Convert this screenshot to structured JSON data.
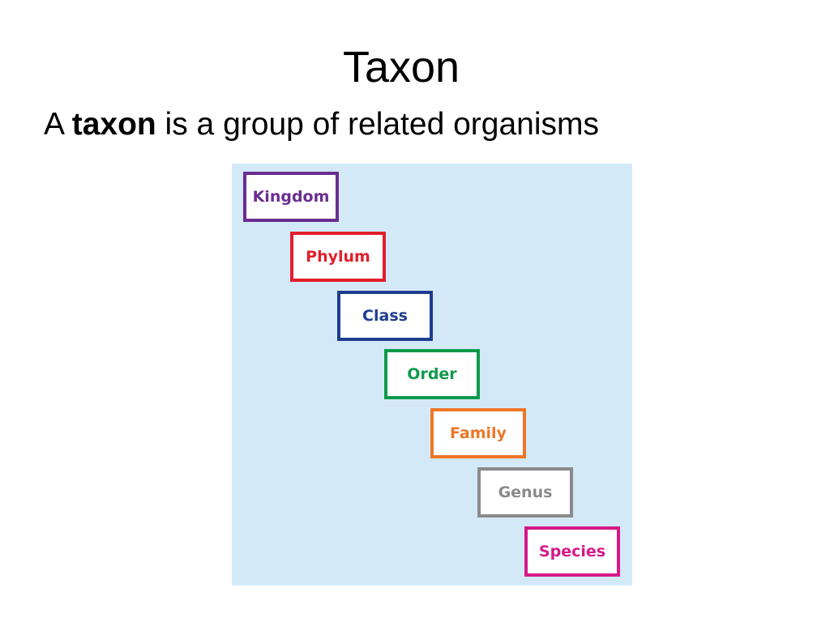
{
  "slide": {
    "title": "Taxon",
    "bullet_prefix": "A ",
    "bullet_bold": "taxon",
    "bullet_suffix": " is a group of related organisms"
  },
  "taxonomy_levels": [
    {
      "label": "Kingdom",
      "color": "#6a2d91"
    },
    {
      "label": "Phylum",
      "color": "#e21e2b"
    },
    {
      "label": "Class",
      "color": "#1f3d8f"
    },
    {
      "label": "Order",
      "color": "#0f9a4a"
    },
    {
      "label": "Family",
      "color": "#ee7628"
    },
    {
      "label": "Genus",
      "color": "#8a8a8a"
    },
    {
      "label": "Species",
      "color": "#d6198a"
    }
  ]
}
